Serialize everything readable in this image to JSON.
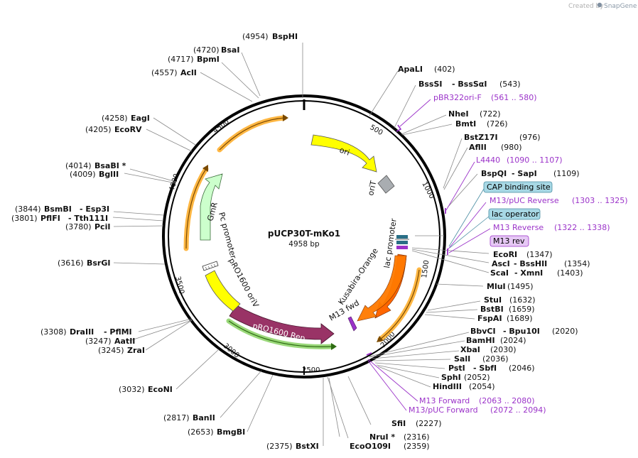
{
  "brand": {
    "created_by": "Created by",
    "product": "SnapGene"
  },
  "plasmid": {
    "name": "pUCP30T-mKo1",
    "length_label": "4958 bp"
  },
  "ticks": [
    "500",
    "1000",
    "1500",
    "2000",
    "2500",
    "3000",
    "3500",
    "4000",
    "4500"
  ],
  "features": {
    "ori": "ori",
    "oriT": "oriT",
    "lac_promoter": "lac promoter",
    "kusabira": "Kusabira-Orange",
    "m13fwd": "M13 fwd",
    "pro1600_rep": "pRO1600 Rep",
    "pro1600_oriv": "pRO1600 oriV",
    "pc_promoter": "Pc promoter",
    "gmr": "GmR"
  },
  "site_labels": [
    {
      "pos": "(4954)",
      "name": "BspHI"
    },
    {
      "pos": "(4720)",
      "name": "BsaI"
    },
    {
      "pos": "(4717)",
      "name": "BpmI"
    },
    {
      "pos": "(4557)",
      "name": "AclI"
    },
    {
      "pos": "(4258)",
      "name": "EagI"
    },
    {
      "pos": "(4205)",
      "name": "EcoRV"
    },
    {
      "pos": "(4014)",
      "name": "BsaBI *"
    },
    {
      "pos": "(4009)",
      "name": "BglII"
    },
    {
      "pos": "(3844)",
      "name": "BsmBI",
      "name2": "- Esp3I"
    },
    {
      "pos": "(3801)",
      "name": "PflFI",
      "name2": "- Tth111I"
    },
    {
      "pos": "(3780)",
      "name": "PciI"
    },
    {
      "pos": "(3616)",
      "name": "BsrGI"
    },
    {
      "pos": "(3308)",
      "name": "DraIII",
      "name2": "- PflMI"
    },
    {
      "pos": "(3247)",
      "name": "AatII"
    },
    {
      "pos": "(3245)",
      "name": "ZraI"
    },
    {
      "pos": "(3032)",
      "name": "EcoNI"
    },
    {
      "pos": "(2817)",
      "name": "BanII"
    },
    {
      "pos": "(2653)",
      "name": "BmgBI"
    },
    {
      "pos": "(2375)",
      "name": "BstXI"
    },
    {
      "name": "NruI *",
      "pos": "(2316)"
    },
    {
      "name": "EcoO109I",
      "pos": "(2359)"
    },
    {
      "name": "SfiI",
      "pos": "(2227)"
    },
    {
      "name": "HindIII",
      "pos": "(2054)"
    },
    {
      "name": "SphI",
      "pos": "(2052)"
    },
    {
      "name": "PstI",
      "name2": "- SbfI",
      "pos": "(2046)"
    },
    {
      "name": "SalI",
      "pos": "(2036)"
    },
    {
      "name": "XbaI",
      "pos": "(2030)"
    },
    {
      "name": "BamHI",
      "pos": "(2024)"
    },
    {
      "name": "BbvCI",
      "name2": "- Bpu10I",
      "pos": "(2020)"
    },
    {
      "name": "FspAI",
      "pos": "(1689)"
    },
    {
      "name": "BstBI",
      "pos": "(1659)"
    },
    {
      "name": "StuI",
      "pos": "(1632)"
    },
    {
      "name": "MluI",
      "pos": "(1495)"
    },
    {
      "name": "ScaI",
      "name2": "- XmnI",
      "pos": "(1403)"
    },
    {
      "name": "AscI",
      "name2": "- BssHII",
      "pos": "(1354)"
    },
    {
      "name": "EcoRI",
      "pos": "(1347)"
    },
    {
      "name": "BspQI",
      "name2": "- SapI",
      "pos": "(1109)"
    },
    {
      "name": "AflII",
      "pos": "(980)"
    },
    {
      "name": "BstZ17I",
      "pos": "(976)"
    },
    {
      "name": "BmtI",
      "pos": "(726)"
    },
    {
      "name": "NheI",
      "pos": "(722)"
    },
    {
      "name": "BssSI",
      "name2": "- BssSαI",
      "pos": "(543)"
    },
    {
      "name": "ApaLI",
      "pos": "(402)"
    }
  ],
  "primer_labels": [
    {
      "name": "pBR322ori-F",
      "range": "(561 .. 580)"
    },
    {
      "name": "L4440",
      "range": "(1090 .. 1107)"
    },
    {
      "name": "M13/pUC Reverse",
      "range": "(1303 .. 1325)"
    },
    {
      "name": "M13 Reverse",
      "range": "(1322 .. 1338)"
    },
    {
      "name": "M13 Forward",
      "range": "(2063 .. 2080)"
    },
    {
      "name": "M13/pUC Forward",
      "range": "(2072 .. 2094)"
    }
  ],
  "box_labels": {
    "cap": "CAP binding site",
    "lac_operator": "lac operator",
    "m13rev": "M13 rev"
  },
  "colors": {
    "ori": "#ffff00",
    "oriT": "#a9adb1",
    "lac_promoter": "#ff6600",
    "kusabira": "#ff7a00",
    "pro1600_rep": "#993366",
    "pro1600_oriv": "#ffff00",
    "gmr": "#ccffcc",
    "orf_arrow": "#ffaa22",
    "primer": "#9b33c9",
    "cap_box": "#a7d8e5",
    "m13rev_box": "#e6c8f5"
  }
}
